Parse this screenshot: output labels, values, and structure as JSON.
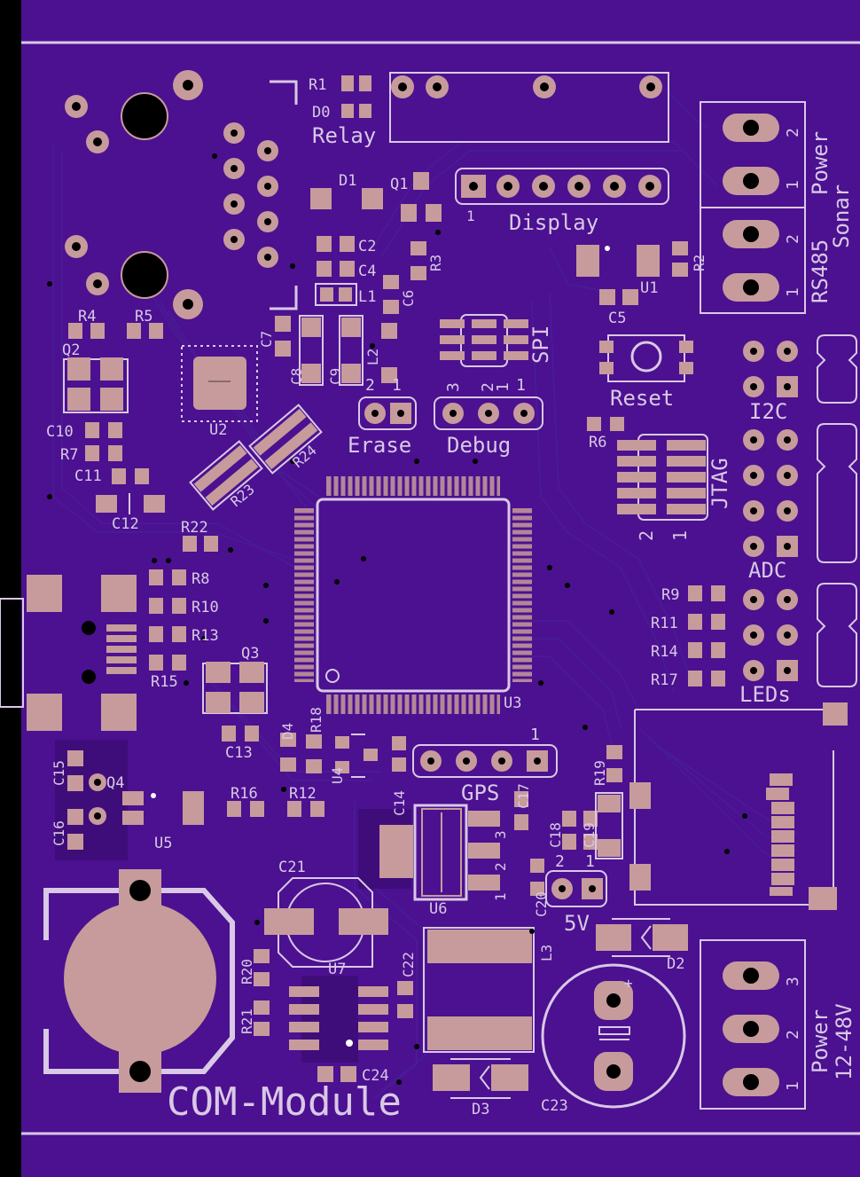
{
  "board": {
    "title": "COM-Module",
    "colors": {
      "board": "#4b1190",
      "edge": "#000000",
      "silk": "#d9c8e6",
      "pad": "#c79b9b",
      "hole": "#000000",
      "trace": "#4a1a95"
    }
  },
  "components": {
    "r1": "R1",
    "d0": "D0",
    "relay": "Relay",
    "d1": "D1",
    "q1": "Q1",
    "display": "Display",
    "display_pin1": "1",
    "c2": "C2",
    "c4": "C4",
    "l1": "L1",
    "c6": "C6",
    "r3": "R3",
    "r2": "R2",
    "u1": "U1",
    "c5": "C5",
    "power": "Power",
    "sonar": "Sonar",
    "rs485": "RS485",
    "r4": "R4",
    "r5": "R5",
    "q2": "Q2",
    "c7": "C7",
    "c8": "C8",
    "c9": "C9",
    "l2": "L2",
    "spi": "SPI",
    "reset": "Reset",
    "i2c": "I2C",
    "u2": "U2",
    "erase": "Erase",
    "debug": "Debug",
    "r6": "R6",
    "jtag": "JTAG",
    "c10": "C10",
    "r7": "R7",
    "c11": "C11",
    "c12": "C12",
    "r24": "R24",
    "r23": "R23",
    "r22": "R22",
    "r8": "R8",
    "r10": "R10",
    "r13": "R13",
    "r15": "R15",
    "adc": "ADC",
    "r9": "R9",
    "r11": "R11",
    "r14": "R14",
    "r17": "R17",
    "leds": "LEDs",
    "u3": "U3",
    "q3": "Q3",
    "c13": "C13",
    "d4": "D4",
    "r18": "R18",
    "u4": "U4",
    "gps": "GPS",
    "c15": "C15",
    "q4": "Q4",
    "c16": "C16",
    "u5": "U5",
    "r16": "R16",
    "r12": "R12",
    "c14": "C14",
    "u6": "U6",
    "c17": "C17",
    "c18": "C18",
    "c19": "C19",
    "r19": "R19",
    "c20": "C20",
    "v5": "5V",
    "c21": "C21",
    "r20": "R20",
    "r21": "R21",
    "u7": "U7",
    "c22": "C22",
    "l3": "L3",
    "d2": "D2",
    "c24": "C24",
    "d3": "D3",
    "c23": "C23",
    "power_in": "Power",
    "power_in_range": "12-48V"
  },
  "pins": {
    "one": "1",
    "two": "2",
    "three": "3",
    "plus": "+"
  }
}
